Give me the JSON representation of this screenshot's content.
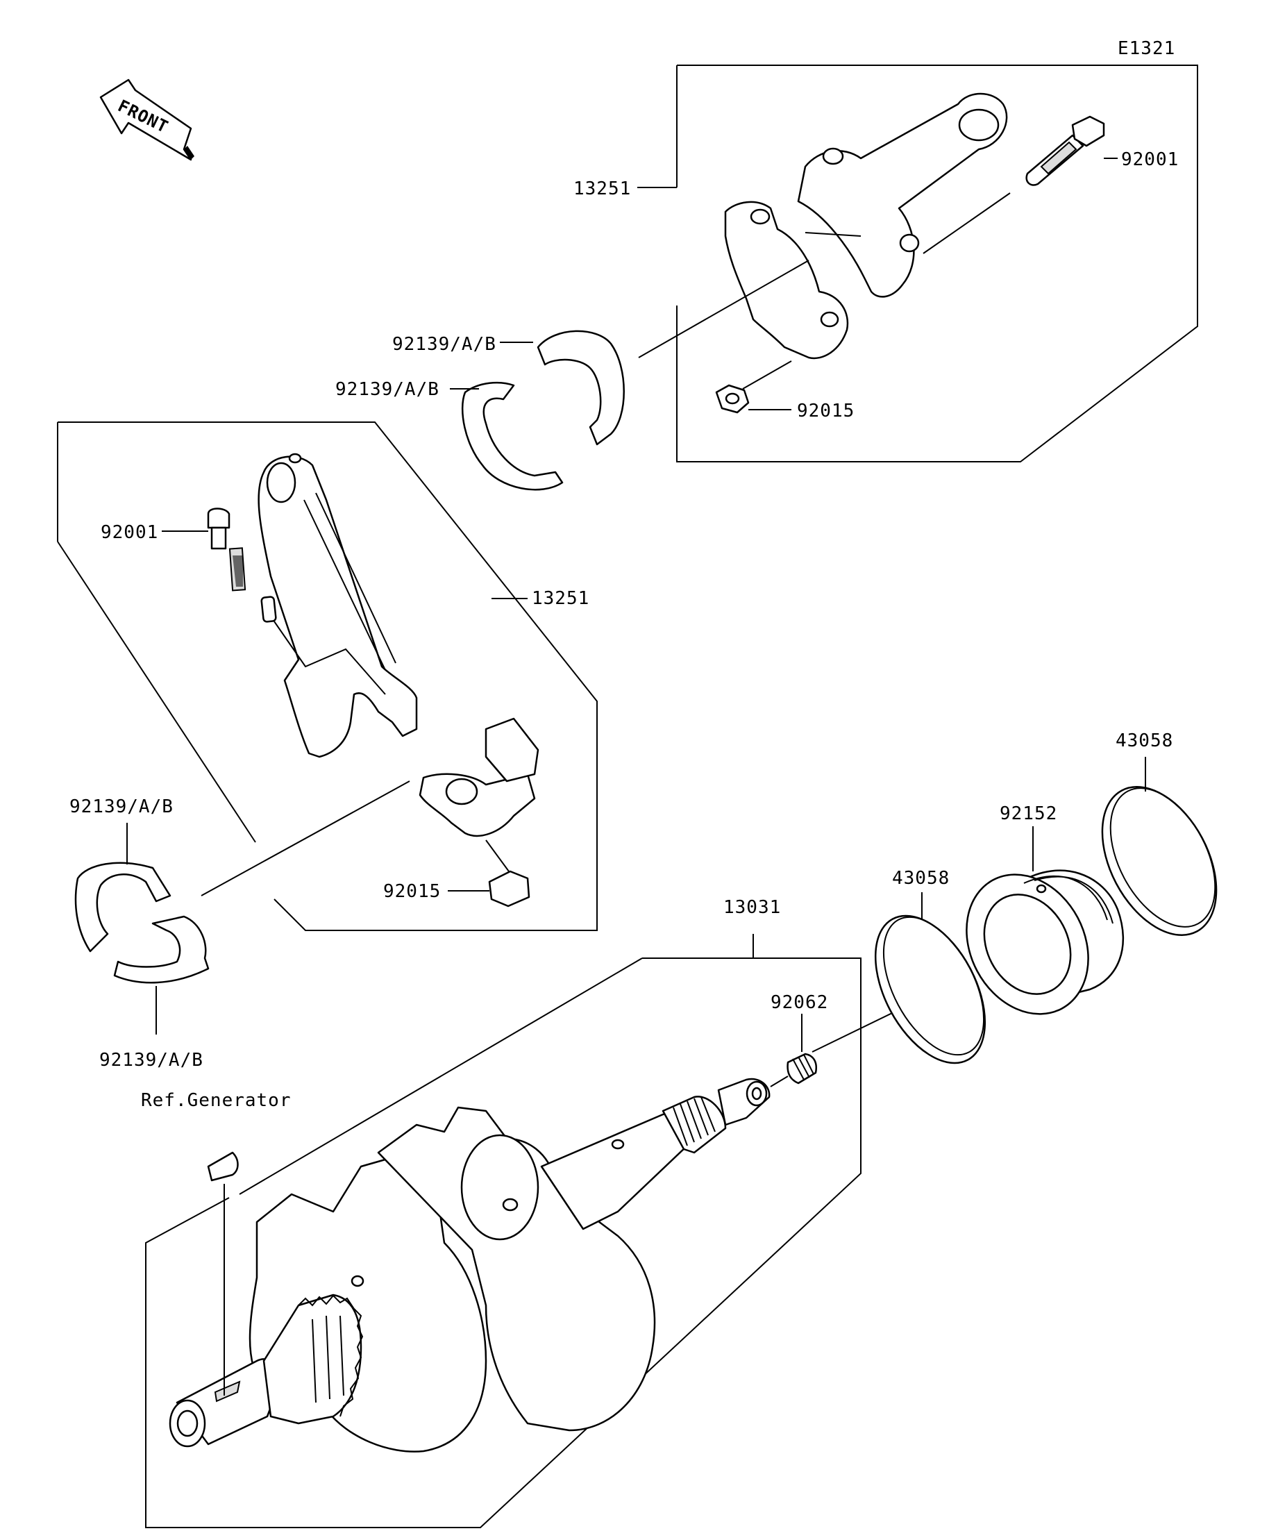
{
  "diagram_id": "E1321",
  "front_label": "FRONT",
  "ref_label": "Ref.Generator",
  "labels": {
    "p13251_upper": "13251",
    "p92001_upper": "92001",
    "p92015_upper": "92015",
    "p92139_a": "92139/A/B",
    "p92139_b": "92139/A/B",
    "p92001_lower": "92001",
    "p13251_lower": "13251",
    "p92139_c": "92139/A/B",
    "p92015_lower": "92015",
    "p92139_d": "92139/A/B",
    "p13031": "13031",
    "p43058_right": "43058",
    "p92152": "92152",
    "p43058_left": "43058",
    "p92062": "92062"
  }
}
